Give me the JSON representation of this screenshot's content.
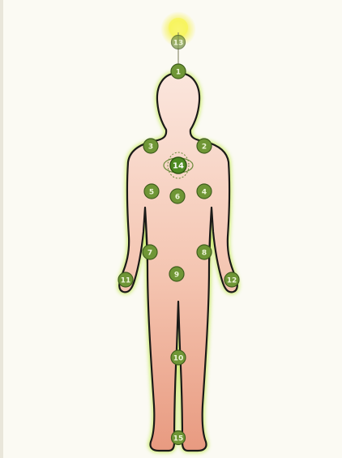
{
  "diagram": {
    "colors": {
      "background": "#fbfaf3",
      "crown_light": "#f2ef5a",
      "body_outline": "#1b1a18",
      "body_top": "#fbe6dd",
      "body_bottom": "#e89a80",
      "aura": "#c7ea62",
      "point_fill": "#6f9636",
      "point_stroke": "#3f5e1c",
      "point_label": "#eef5d8"
    },
    "points": [
      {
        "id": "p13",
        "label": "13"
      },
      {
        "id": "p1",
        "label": "1"
      },
      {
        "id": "p3",
        "label": "3"
      },
      {
        "id": "p2",
        "label": "2"
      },
      {
        "id": "p14",
        "label": "14"
      },
      {
        "id": "p5",
        "label": "5"
      },
      {
        "id": "p6",
        "label": "6"
      },
      {
        "id": "p4",
        "label": "4"
      },
      {
        "id": "p7",
        "label": "7"
      },
      {
        "id": "p8",
        "label": "8"
      },
      {
        "id": "p9",
        "label": "9"
      },
      {
        "id": "p11",
        "label": "11"
      },
      {
        "id": "p12",
        "label": "12"
      },
      {
        "id": "p10",
        "label": "10"
      },
      {
        "id": "p15",
        "label": "15"
      }
    ]
  }
}
